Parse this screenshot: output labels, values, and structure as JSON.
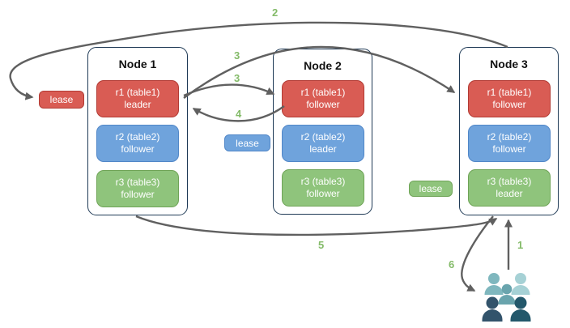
{
  "diagram": {
    "nodes": [
      {
        "title": "Node 1",
        "replicas": [
          {
            "label": "r1 (table1)\nleader",
            "color": "red"
          },
          {
            "label": "r2 (table2)\nfollower",
            "color": "blue"
          },
          {
            "label": "r3 (table3)\nfollower",
            "color": "green"
          }
        ]
      },
      {
        "title": "Node 2",
        "replicas": [
          {
            "label": "r1 (table1)\nfollower",
            "color": "red"
          },
          {
            "label": "r2 (table2)\nleader",
            "color": "blue"
          },
          {
            "label": "r3 (table3)\nfollower",
            "color": "green"
          }
        ]
      },
      {
        "title": "Node 3",
        "replicas": [
          {
            "label": "r1 (table1)\nfollower",
            "color": "red"
          },
          {
            "label": "r2 (table2)\nfollower",
            "color": "blue"
          },
          {
            "label": "r3 (table3)\nleader",
            "color": "green"
          }
        ]
      }
    ],
    "leases": [
      {
        "label": "lease",
        "color": "red"
      },
      {
        "label": "lease",
        "color": "blue"
      },
      {
        "label": "lease",
        "color": "green"
      }
    ],
    "steps": {
      "step1": "1",
      "step2": "2",
      "step3_to_node3": "3",
      "step3_to_node2": "3",
      "step4": "4",
      "step5": "5",
      "step6": "6"
    },
    "icons": {
      "users": "users-group-icon"
    },
    "colors": {
      "replica_red": "#D95C54",
      "replica_red_border": "#B23B34",
      "replica_blue": "#6FA3DC",
      "replica_blue_border": "#5187C8",
      "replica_green": "#8FC47C",
      "replica_green_border": "#6FA457",
      "node_border": "#1F3A56",
      "arrow": "#606060",
      "step_label": "#84BB69",
      "users_light": "#A6D1D5",
      "users_mid": "#7FB7BE",
      "users_teal": "#69A4AD",
      "users_dark_navy": "#32536B",
      "users_dark_teal": "#23586B"
    }
  }
}
